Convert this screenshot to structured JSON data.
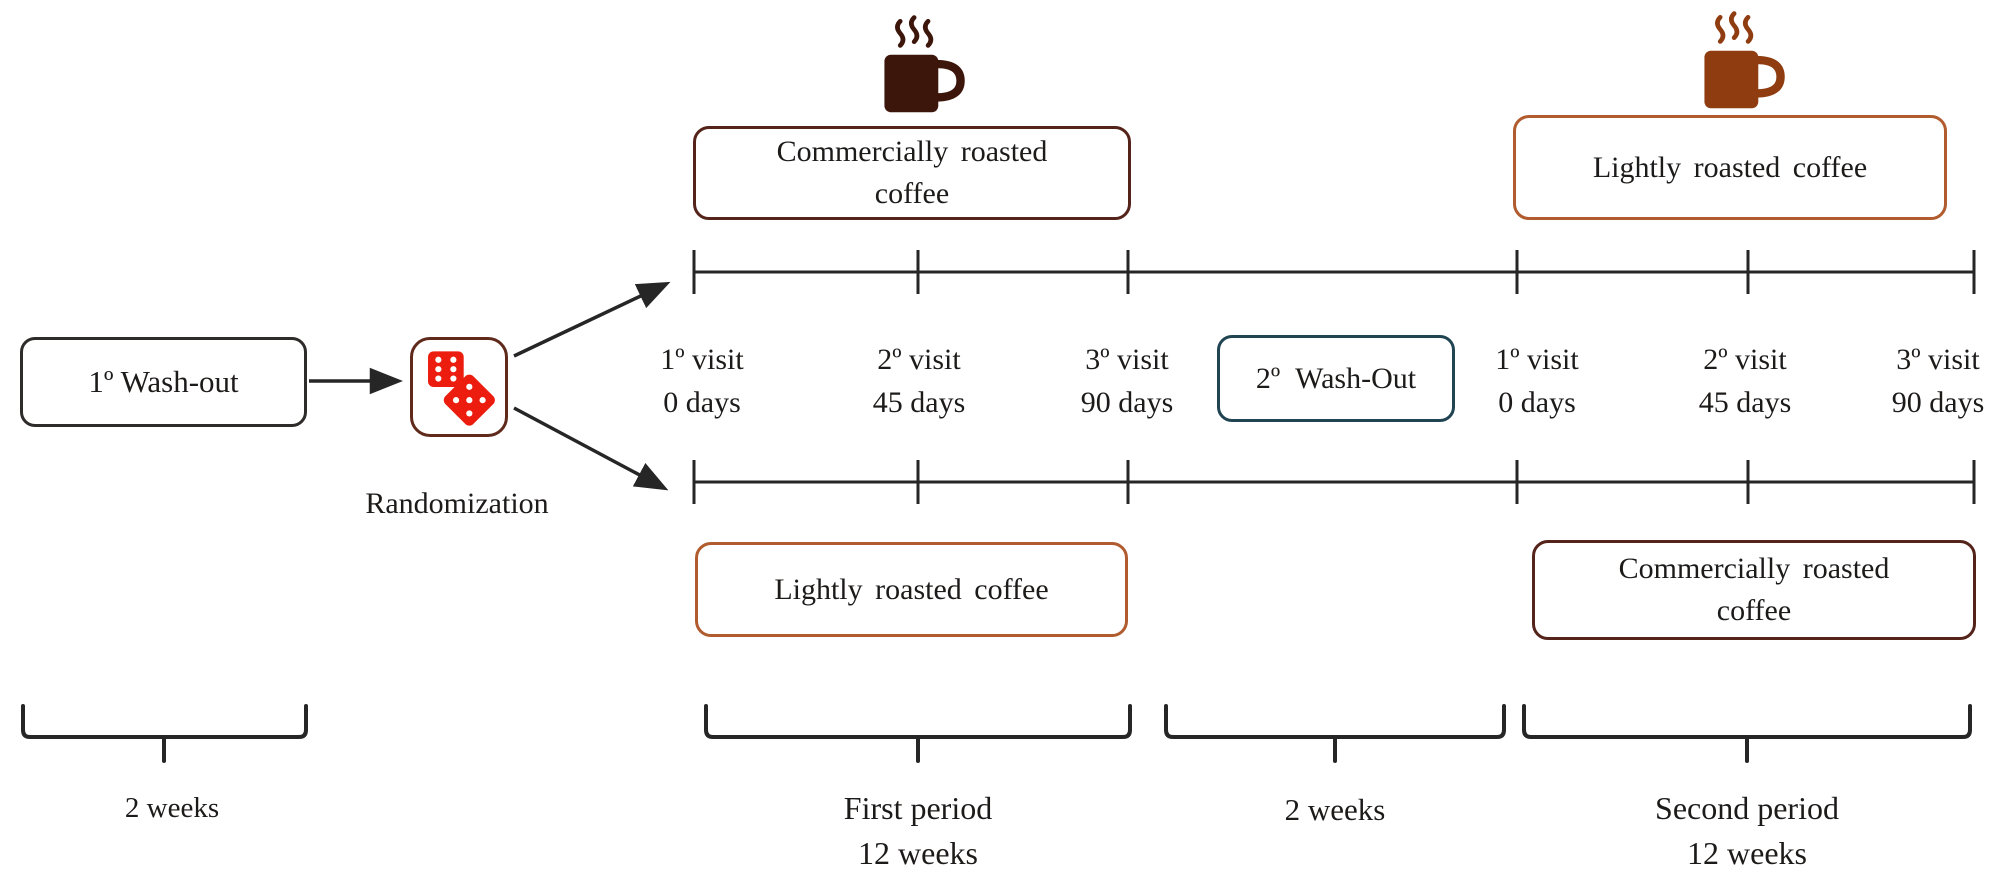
{
  "colors": {
    "ink": "#1d1b1a",
    "line": "#262626",
    "washout1_border": "#2e2b2a",
    "washout2_border": "#204452",
    "commercial_box_border": "#54231a",
    "light_box_border": "#b05c2e",
    "commercial_mug": "#3c150b",
    "light_mug": "#8f3d10",
    "dice_red": "#ec1c0f",
    "dice_box_border": "#5f2a1b"
  },
  "baseline": {
    "washout_label": "1º Wash-out",
    "duration_label": "2 weeks"
  },
  "randomization": {
    "label": "Randomization"
  },
  "mid_washout": {
    "label": "2º Wash-Out",
    "duration_label": "2 weeks"
  },
  "arm_top": {
    "first_period_box": {
      "lines": [
        "Commercially roasted",
        "coffee"
      ]
    },
    "second_period_box": {
      "lines": [
        "Lightly roasted coffee"
      ]
    }
  },
  "arm_bottom": {
    "first_period_box": {
      "lines": [
        "Lightly roasted coffee"
      ]
    },
    "second_period_box": {
      "lines": [
        "Commercially roasted",
        "coffee"
      ]
    }
  },
  "visits": {
    "first_period": [
      {
        "visit": "1º visit",
        "day": "0 days"
      },
      {
        "visit": "2º visit",
        "day": "45 days"
      },
      {
        "visit": "3º visit",
        "day": "90 days"
      }
    ],
    "second_period": [
      {
        "visit": "1º visit",
        "day": "0 days"
      },
      {
        "visit": "2º visit",
        "day": "45 days"
      },
      {
        "visit": "3º visit",
        "day": "90 days"
      }
    ]
  },
  "periods": {
    "first": {
      "lines": [
        "First period",
        "12 weeks"
      ]
    },
    "second": {
      "lines": [
        "Second period",
        "12 weeks"
      ]
    }
  }
}
